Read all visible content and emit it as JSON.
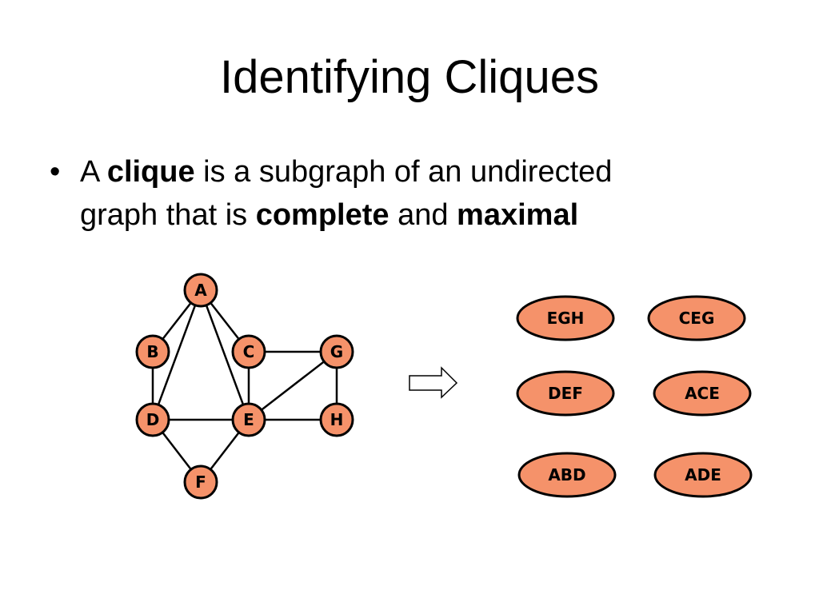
{
  "slide": {
    "title": "Identifying Cliques",
    "bullet": {
      "marker": "•",
      "line1_a": "A ",
      "line1_bold": "clique",
      "line1_b": " is a subgraph of an undirected",
      "line2_a": "graph that is ",
      "line2_bold1": "complete",
      "line2_b": " and ",
      "line2_bold2": "maximal"
    }
  },
  "graph": {
    "nodes": [
      "A",
      "B",
      "C",
      "D",
      "E",
      "F",
      "G",
      "H"
    ],
    "edges": [
      [
        "A",
        "B"
      ],
      [
        "A",
        "C"
      ],
      [
        "A",
        "D"
      ],
      [
        "A",
        "E"
      ],
      [
        "B",
        "D"
      ],
      [
        "C",
        "E"
      ],
      [
        "C",
        "G"
      ],
      [
        "D",
        "E"
      ],
      [
        "D",
        "F"
      ],
      [
        "E",
        "F"
      ],
      [
        "E",
        "G"
      ],
      [
        "E",
        "H"
      ],
      [
        "G",
        "H"
      ]
    ]
  },
  "cliques": [
    "EGH",
    "CEG",
    "DEF",
    "ACE",
    "ABD",
    "ADE"
  ],
  "colors": {
    "node_fill": "#F5926A",
    "outline": "#000000",
    "background": "#FFFFFF"
  }
}
